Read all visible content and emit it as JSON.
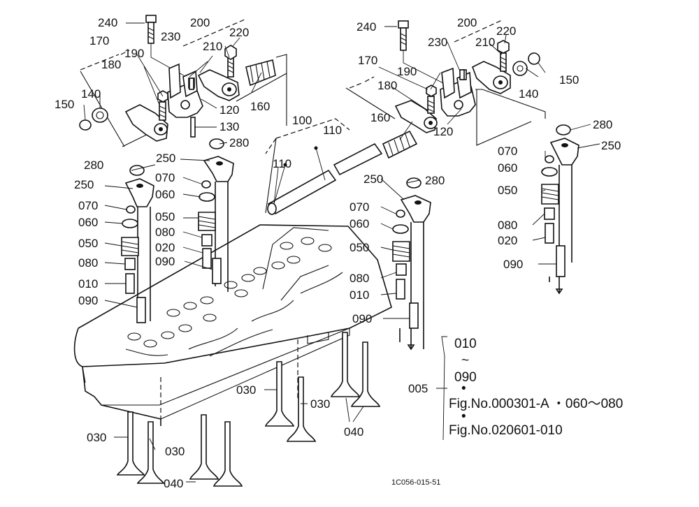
{
  "labels": {
    "l240a": "240",
    "l200a": "200",
    "l230a": "230",
    "l220a": "220",
    "l210a": "210",
    "l170a": "170",
    "l190a": "190",
    "l180a": "180",
    "l140a": "140",
    "l150a": "150",
    "l160a": "160",
    "l120a": "120",
    "l130a": "130",
    "l280a": "280",
    "l250a": "250",
    "l070a": "070",
    "l060a": "060",
    "l050a": "050",
    "l080a": "080",
    "l020a": "020",
    "l090a": "090",
    "l280b": "280",
    "l250b": "250",
    "l070b": "070",
    "l060b": "060",
    "l050b": "050",
    "l080b": "080",
    "l010b": "010",
    "l090b": "090",
    "l100": "100",
    "l110a": "110",
    "l110b": "110",
    "l240c": "240",
    "l200c": "200",
    "l220c": "220",
    "l230c": "230",
    "l210c": "210",
    "l170c": "170",
    "l190c": "190",
    "l150c": "150",
    "l180c": "180",
    "l140c": "140",
    "l160c": "160",
    "l120c": "120",
    "l280c": "280",
    "l250c": "250",
    "l070c": "070",
    "l060c": "060",
    "l050c": "050",
    "l080c": "080",
    "l010c": "010",
    "l090c": "090",
    "l280d": "280",
    "l250d": "250",
    "l070d": "070",
    "l060d": "060",
    "l050d": "050",
    "l080d": "080",
    "l020d": "020",
    "l090d": "090",
    "l030a": "030",
    "l030b": "030",
    "l040a": "040",
    "l030c": "030",
    "l030d": "030",
    "l040b": "040",
    "l005": "005"
  },
  "reference": {
    "range_from": "010",
    "range_sep": "~",
    "range_to": "090",
    "bullet": "•",
    "fig_line_1": "Fig.No.000301-A ・060～080",
    "fig_line_2": "Fig.No.020601-010"
  },
  "drawing_code": "1C056-015-51"
}
